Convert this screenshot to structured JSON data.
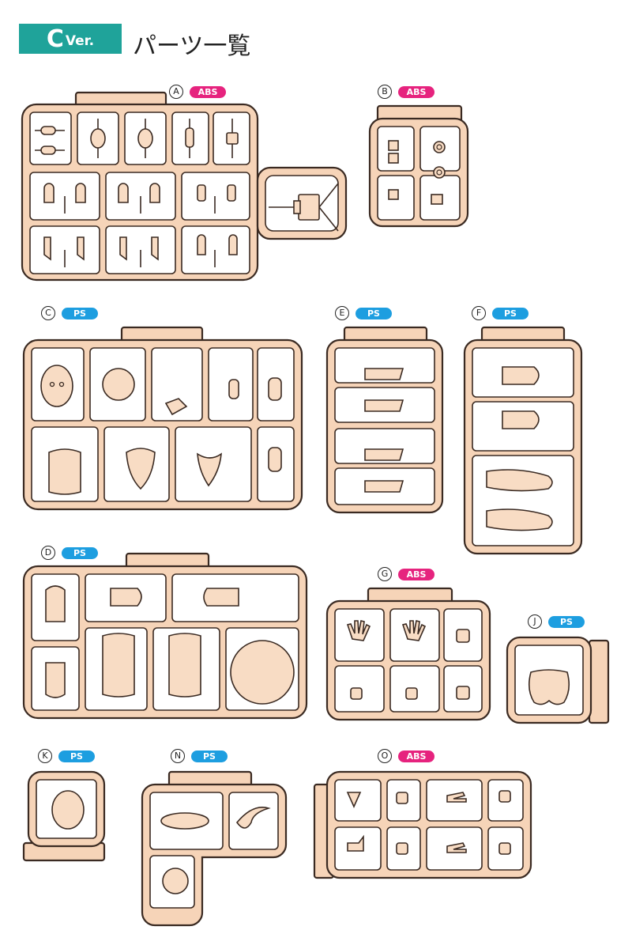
{
  "header": {
    "badge_letter": "C",
    "badge_suffix": "Ver.",
    "title": "パーツ一覧"
  },
  "colors": {
    "frame_fill": "#f6d4b8",
    "frame_stroke": "#3a2a22",
    "badge_bg": "#1fa39a",
    "abs_tag": "#e6237e",
    "ps_tag": "#1d9ee0"
  },
  "runners": [
    {
      "letter": "A",
      "material": "ABS"
    },
    {
      "letter": "B",
      "material": "ABS"
    },
    {
      "letter": "C",
      "material": "PS"
    },
    {
      "letter": "E",
      "material": "PS"
    },
    {
      "letter": "F",
      "material": "PS"
    },
    {
      "letter": "D",
      "material": "PS"
    },
    {
      "letter": "G",
      "material": "ABS"
    },
    {
      "letter": "J",
      "material": "PS"
    },
    {
      "letter": "K",
      "material": "PS"
    },
    {
      "letter": "N",
      "material": "PS"
    },
    {
      "letter": "O",
      "material": "ABS"
    }
  ]
}
